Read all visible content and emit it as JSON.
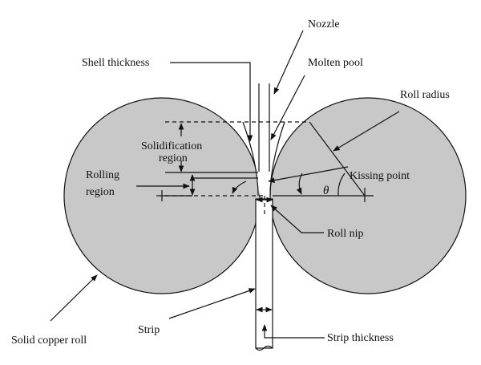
{
  "diagram": {
    "labels": {
      "nozzle": "Nozzle",
      "shell_thickness": "Shell thickness",
      "molten_pool": "Molten pool",
      "roll_radius": "Roll radius",
      "solidification_region": [
        "Solidification",
        "region"
      ],
      "kissing_point": "Kissing point",
      "rolling_region": [
        "Rolling",
        "region"
      ],
      "theta": "θ",
      "roll_nip": "Roll nip",
      "solid_copper_roll": "Solid copper roll",
      "strip": "Strip",
      "strip_thickness": "Strip thickness"
    },
    "colors": {
      "roll_fill": "#c8c8c8",
      "line": "#111111",
      "background": "#ffffff"
    }
  }
}
